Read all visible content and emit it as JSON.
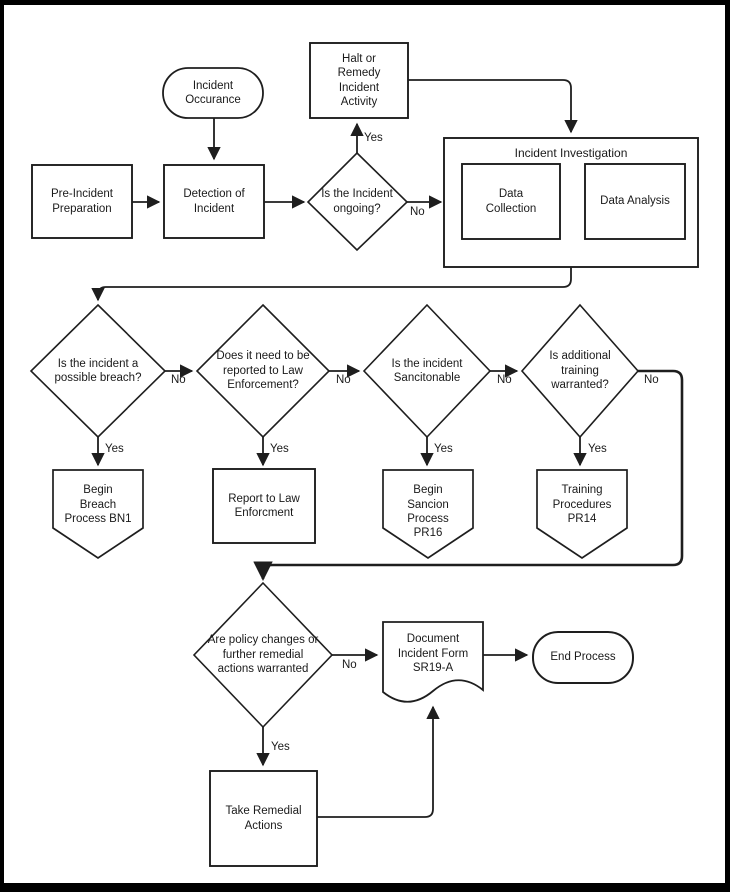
{
  "flowchart": {
    "colors": {
      "background": "#ffffff",
      "line": "#1e1e1e",
      "text": "#1a1a1a",
      "frame": "#000000"
    },
    "nodes": {
      "incident_occurance": "Incident\nOccurance",
      "halt_remedy": "Halt or\nRemedy\nIncident\nActivity",
      "pre_incident": "Pre-Incident\nPreparation",
      "detection": "Detection of\nIncident",
      "ongoing": "Is the Incident\nongoing?",
      "investigation_title": "Incident Investigation",
      "data_collection": "Data\nCollection",
      "data_analysis": "Data Analysis",
      "breach": "Is the incident a\npossible breach?",
      "report_law_q": "Does it need to be\nreported to Law\nEnforcement?",
      "sanctionable": "Is the incident\nSancitonable",
      "training_q": "Is additional\ntraining\nwarranted?",
      "begin_breach": "Begin\nBreach\nProcess BN1",
      "report_law": "Report to Law\nEnforcment",
      "begin_sanction": "Begin\nSancion\nProcess\nPR16",
      "training_procedures": "Training\nProcedures\nPR14",
      "policy_changes": "Are policy changes or\nfurther remedial\nactions warranted",
      "document_form": "Document\nIncident Form\nSR19-A",
      "end_process": "End Process",
      "take_remedial": "Take Remedial\nActions"
    },
    "edge_labels": {
      "ongoing_yes": "Yes",
      "ongoing_no": "No",
      "breach_no": "No",
      "breach_yes": "Yes",
      "law_no": "No",
      "law_yes": "Yes",
      "sanction_no": "No",
      "sanction_yes": "Yes",
      "training_no": "No",
      "training_yes": "Yes",
      "policy_no": "No",
      "policy_yes": "Yes"
    }
  }
}
